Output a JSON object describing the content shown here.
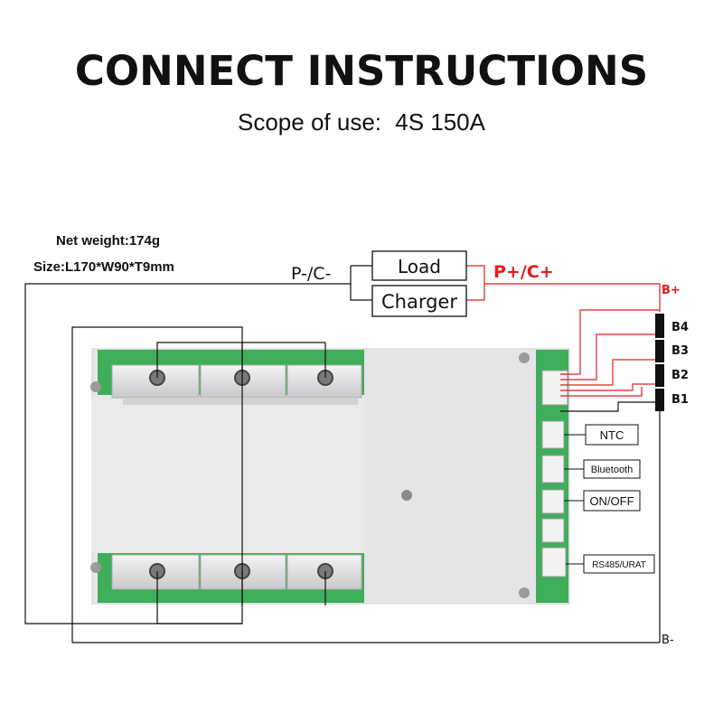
{
  "title": "CONNECT INSTRUCTIONS",
  "subtitle": {
    "label": "Scope of use:",
    "value": "4S  150A"
  },
  "specs": {
    "weight": "Net weight:174g",
    "size": "Size:L170*W90*T9mm"
  },
  "terminals": {
    "negative": "P-/C-",
    "positive": "P+/C+",
    "load": "Load",
    "charger": "Charger",
    "b_plus": "B+",
    "b_minus": "B-"
  },
  "cells": [
    "B4",
    "B3",
    "B2",
    "B1"
  ],
  "ports": [
    "NTC",
    "Bluetooth",
    "ON/OFF",
    "RS485/URAT"
  ],
  "colors": {
    "positive_wire": "#e0201c",
    "negative_wire": "#111111",
    "pcb_green": "#3fae5a",
    "plate_silver": "#e4e4e6"
  }
}
